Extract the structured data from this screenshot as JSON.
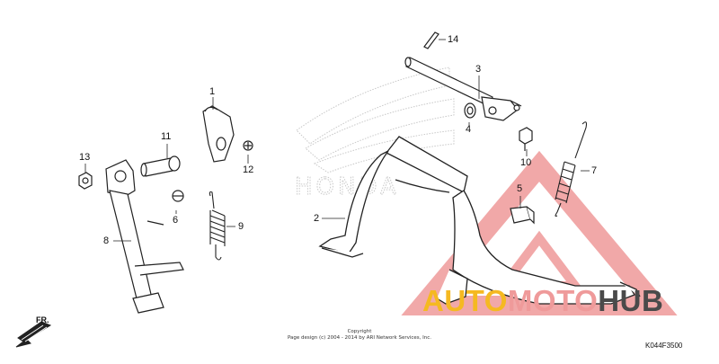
{
  "callouts": [
    "1",
    "2",
    "3",
    "4",
    "5",
    "6",
    "7",
    "8",
    "9",
    "10",
    "11",
    "12",
    "13",
    "14"
  ],
  "direction_label": "FR.",
  "copyright": {
    "line1": "Copyright",
    "line2": "Page design (c) 2004 - 2014 by ARI Network Services, Inc."
  },
  "diagram_code": "K044F3500",
  "watermark": {
    "word_a": "AUTO",
    "word_b": "MOTO",
    "word_c": "HUB",
    "colors": {
      "auto": "#f5b921",
      "moto": "#ef9a9a",
      "hub": "#4a4a4a",
      "triangle": "#ef9a9a"
    }
  },
  "background_logo": "HONDA"
}
